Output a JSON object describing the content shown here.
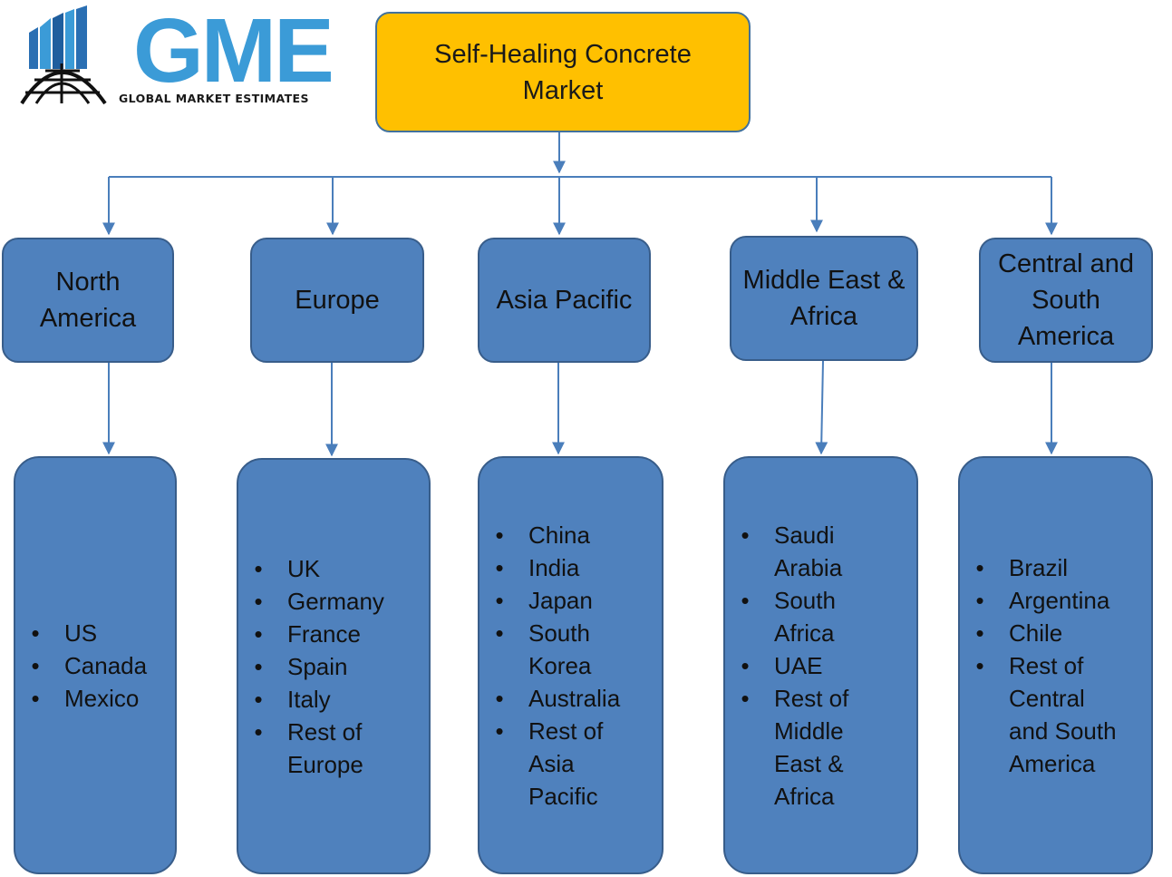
{
  "logo": {
    "name": "GME",
    "subtitle": "GLOBAL MARKET ESTIMATES"
  },
  "root": {
    "label": "Self-Healing Concrete Market"
  },
  "regions": [
    {
      "label": "North America",
      "countries": [
        "US",
        "Canada",
        "Mexico"
      ]
    },
    {
      "label": "Europe",
      "countries": [
        "UK",
        "Germany",
        "France",
        "Spain",
        "Italy",
        "Rest of Europe"
      ]
    },
    {
      "label": "Asia Pacific",
      "countries": [
        "China",
        "India",
        "Japan",
        "South Korea",
        "Australia",
        "Rest of Asia Pacific"
      ]
    },
    {
      "label": "Middle East & Africa",
      "countries": [
        "Saudi Arabia",
        "South Africa",
        "UAE",
        "Rest of Middle East & Africa"
      ]
    },
    {
      "label": "Central and South America",
      "countries": [
        "Brazil",
        "Argentina",
        "Chile",
        "Rest of Central and South America"
      ]
    }
  ],
  "colors": {
    "root_fill": "#ffc000",
    "box_fill": "#4f81bd",
    "box_border": "#385d8a",
    "connector": "#4a7ebb",
    "logo_blue": "#3b9bd7"
  }
}
